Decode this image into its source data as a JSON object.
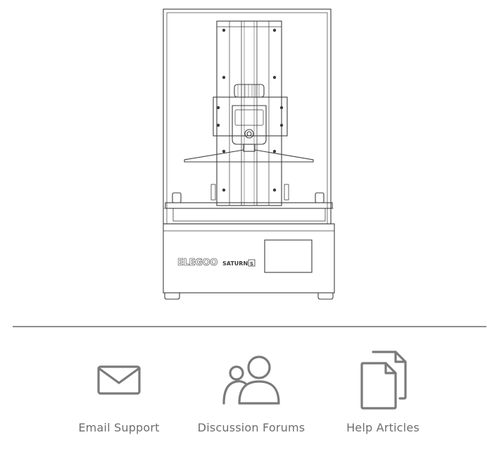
{
  "printer": {
    "brand": "ELEGOO",
    "model": "SATURN",
    "model_badge": "S"
  },
  "support": {
    "items": [
      {
        "label": "Email Support",
        "icon": "envelope-icon"
      },
      {
        "label": "Discussion Forums",
        "icon": "people-icon"
      },
      {
        "label": "Help Articles",
        "icon": "documents-icon"
      }
    ]
  },
  "colors": {
    "icon": "#7a7a7a",
    "label": "#6e6e6e",
    "divider": "#8e8e8e",
    "line_art": "#3c3c3c"
  }
}
